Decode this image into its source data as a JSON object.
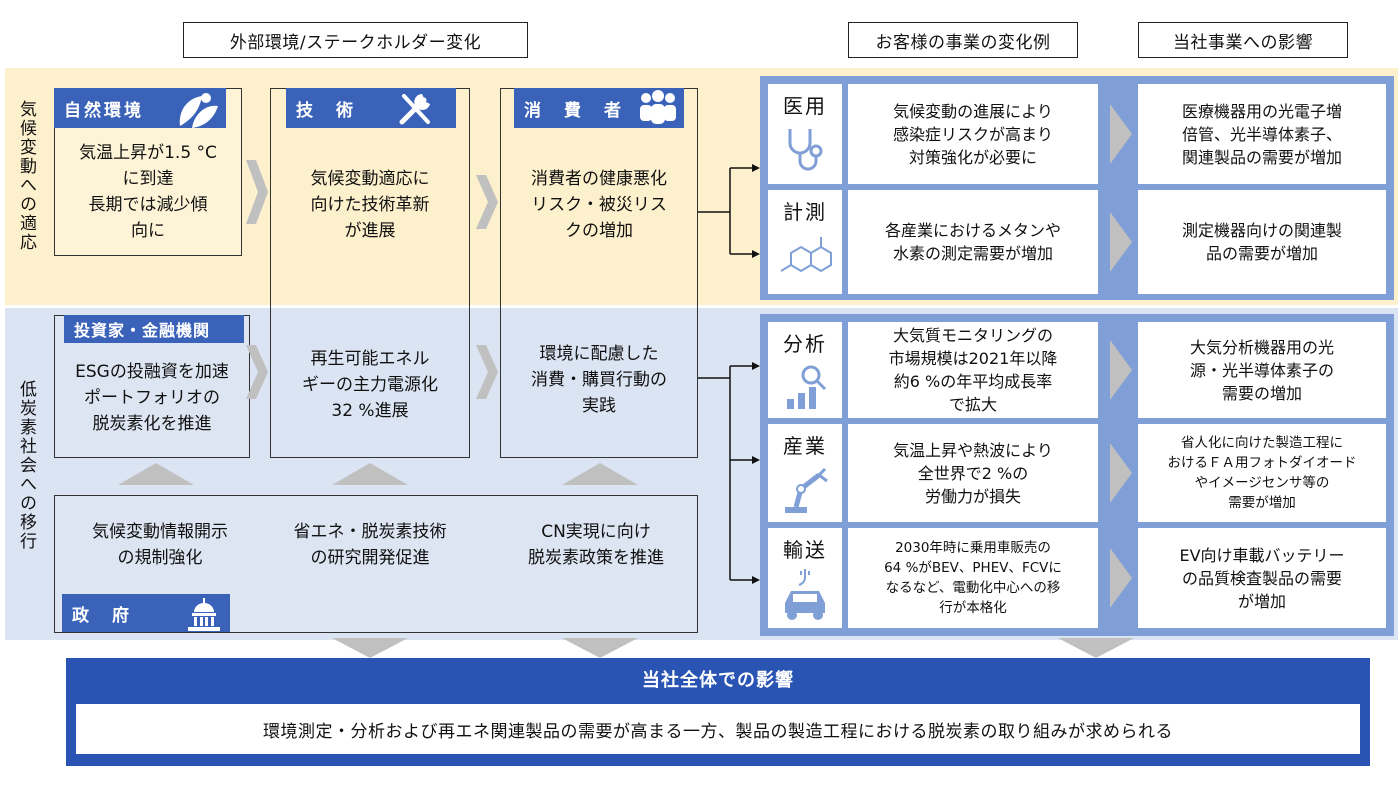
{
  "headers": {
    "external": "外部環境/ステークホルダー変化",
    "customer": "お客様の事業の変化例",
    "impact": "当社事業への影響"
  },
  "bands": {
    "climate_adaptation": "気候変動への適応",
    "low_carbon": "低炭素社会への移行"
  },
  "boxes": {
    "nature": {
      "title": "自然環境",
      "text": "気温上昇が1.5 °C\nに到達\n長期では減少傾\n向に"
    },
    "tech": {
      "title": "技　術",
      "text": "気候変動適応に\n向けた技術革新\nが進展",
      "text2": "再生可能エネル\nギーの主力電源化\n32 %進展"
    },
    "consumer": {
      "title": "消　費　者",
      "text": "消費者の健康悪化\nリスク・被災リス\nクの増加",
      "text2": "環境に配慮した\n消費・購買行動の\n実践"
    },
    "investor": {
      "title": "投資家・金融機関",
      "text": "ESGの投融資を加速\nポートフォリオの\n脱炭素化を推進"
    },
    "government": {
      "title": "政　府",
      "item1": "気候変動情報開示\nの規制強化",
      "item2": "省エネ・脱炭素技術\nの研究開発促進",
      "item3": "CN実現に向け\n脱炭素政策を推進"
    }
  },
  "rows": [
    {
      "label": "医用",
      "icon": "stethoscope-icon",
      "change": "気候変動の進展により\n感染症リスクが高まり\n対策強化が必要に",
      "impact": "医療機器用の光電子増\n倍管、光半導体素子、\n関連製品の需要が増加"
    },
    {
      "label": "計測",
      "icon": "molecule-icon",
      "change": "各産業におけるメタンや\n水素の測定需要が増加",
      "impact": "測定機器向けの関連製\n品の需要が増加"
    },
    {
      "label": "分析",
      "icon": "analysis-chart-icon",
      "change": "大気質モニタリングの\n市場規模は2021年以降\n約6 %の年平均成長率\nで拡大",
      "impact": "大気分析機器用の光\n源・光半導体素子の\n需要の増加"
    },
    {
      "label": "産業",
      "icon": "robot-arm-icon",
      "change": "気温上昇や熱波により\n全世界で2 %の\n労働力が損失",
      "impact": "省人化に向けた製造工程に\nおけるＦＡ用フォトダイオード\nやイメージセンサ等の\n需要が増加"
    },
    {
      "label": "輸送",
      "icon": "ev-car-icon",
      "change": "2030年時に乗用車販売の\n64 %がBEV、PHEV、FCVに\nなるなど、電動化中心への移\n行が本格化",
      "impact": "EV向け車載バッテリー\nの品質検査製品の需要\nが増加"
    }
  ],
  "bottom": {
    "title": "当社全体での影響",
    "text": "環境測定・分析および再エネ関連製品の需要が高まる一方、製品の製造工程における脱炭素の取り組みが求められる"
  },
  "colors": {
    "band_yellow": "#fdf0cc",
    "band_blue": "#dbe4f3",
    "title_blue": "#3a62b8",
    "panel_blue": "#7f9fd6",
    "bottom_blue": "#2a54b3",
    "arrow_gray": "#c0c0c0"
  }
}
